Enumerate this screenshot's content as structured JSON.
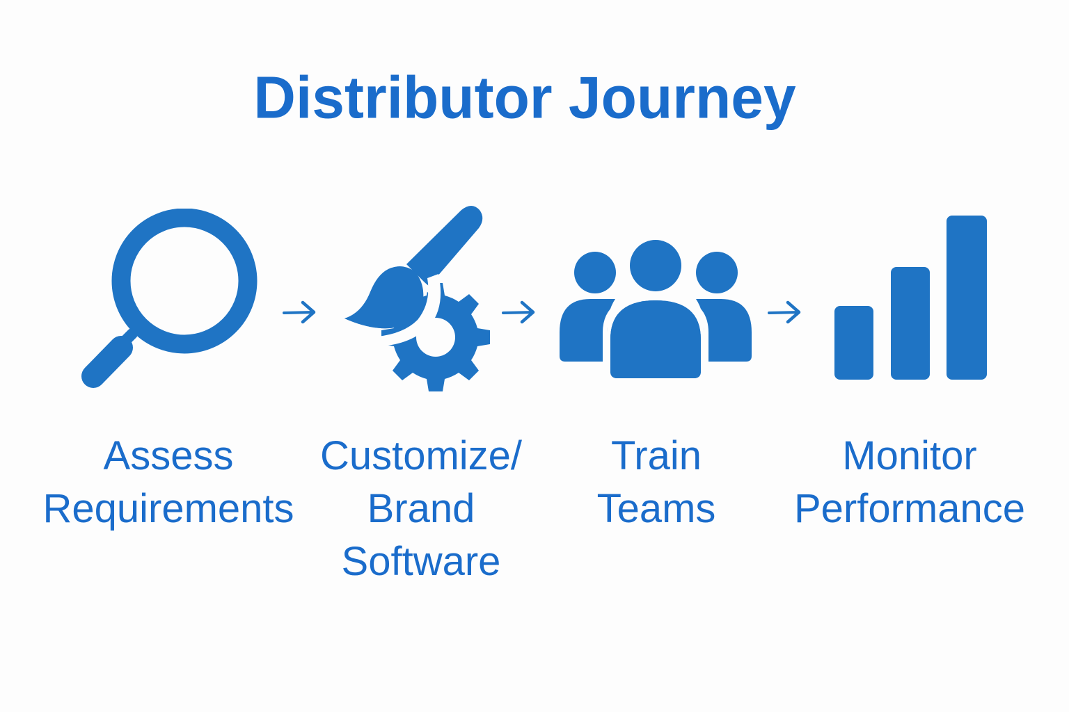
{
  "title": "Distributor Journey",
  "colors": {
    "text": "#1a6ccb",
    "icon": "#1f74c4",
    "background": "#fdfdfd"
  },
  "steps": [
    {
      "icon": "magnifying-glass-icon",
      "label_lines": [
        "Assess",
        "Requirements"
      ]
    },
    {
      "icon": "paintbrush-gear-icon",
      "label_lines": [
        "Customize/",
        "Brand",
        "Software"
      ]
    },
    {
      "icon": "people-group-icon",
      "label_lines": [
        "Train",
        "Teams"
      ]
    },
    {
      "icon": "bar-chart-icon",
      "label_lines": [
        "Monitor",
        "Performance"
      ]
    }
  ],
  "connectors": [
    "arrow-right-icon",
    "arrow-right-icon",
    "arrow-right-icon"
  ]
}
